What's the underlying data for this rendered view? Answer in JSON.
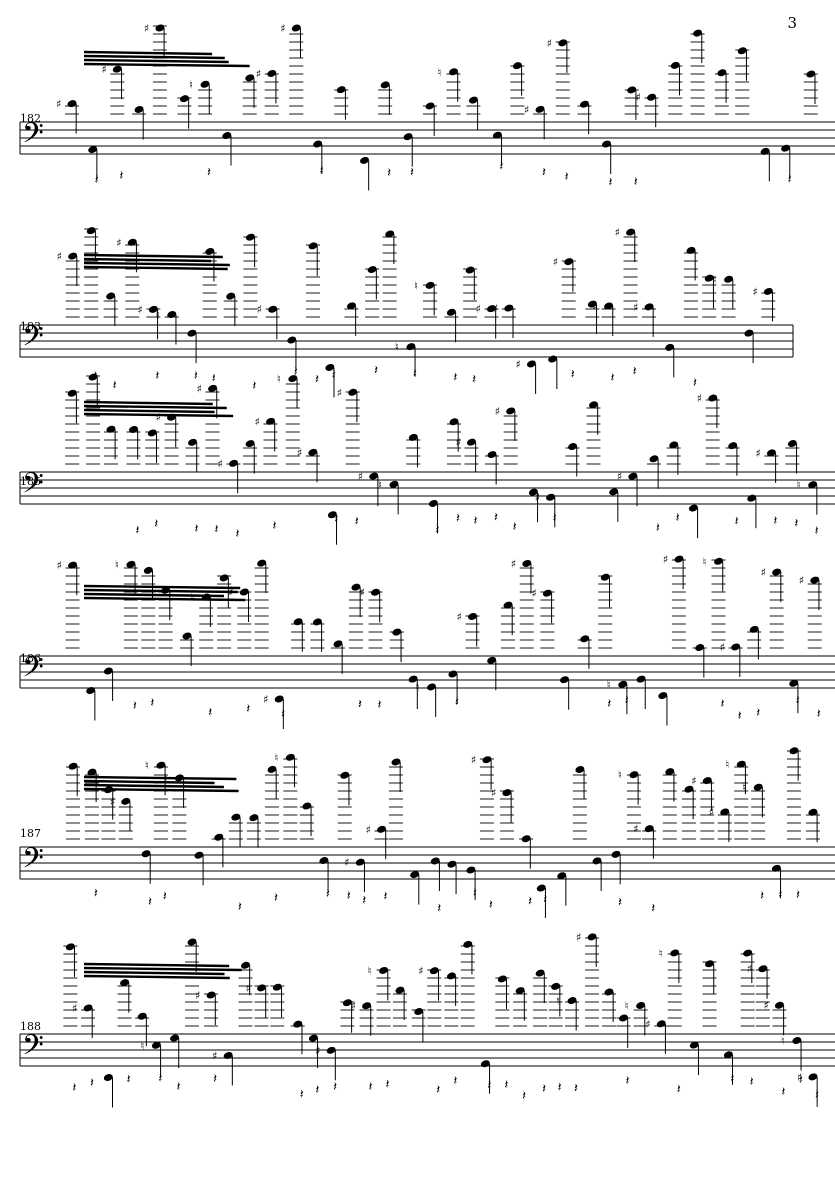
{
  "page": {
    "number": "3"
  },
  "systems": [
    {
      "measure": "182"
    },
    {
      "measure": "183"
    },
    {
      "measure": "185"
    },
    {
      "measure": "186"
    },
    {
      "measure": "187"
    },
    {
      "measure": "188"
    }
  ]
}
